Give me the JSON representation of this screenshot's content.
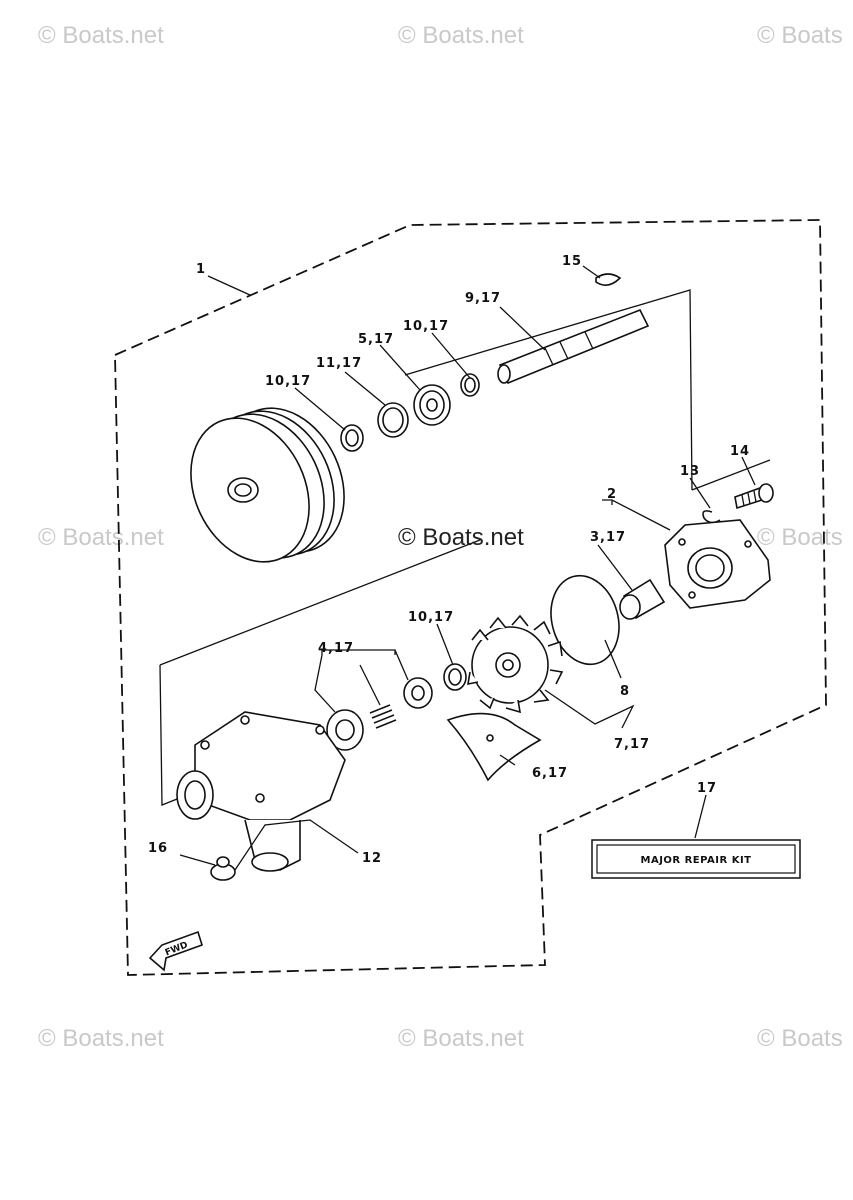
{
  "watermarks": {
    "top_left": "© Boats.net",
    "top_center": "© Boats.net",
    "top_right": "© Boats",
    "mid_left": "© Boats.net",
    "mid_center": "© Boats.net",
    "mid_right": "© Boats",
    "bottom_left": "© Boats.net",
    "bottom_center": "© Boats.net",
    "bottom_right": "© Boats"
  },
  "callouts": {
    "c1": "1",
    "c15": "15",
    "c9_17": "9,17",
    "c10_17_a": "10,17",
    "c5_17": "5,17",
    "c11_17": "11,17",
    "c10_17_b": "10,17",
    "c14": "14",
    "c13": "13",
    "c2": "2",
    "c3_17": "3,17",
    "c10_17_c": "10,17",
    "c4_17": "4,17",
    "c8": "8",
    "c7_17": "7,17",
    "c6_17": "6,17",
    "c17": "17",
    "c16": "16",
    "c12": "12"
  },
  "kit_label": "MAJOR REPAIR KIT",
  "fwd_label": "FWD"
}
